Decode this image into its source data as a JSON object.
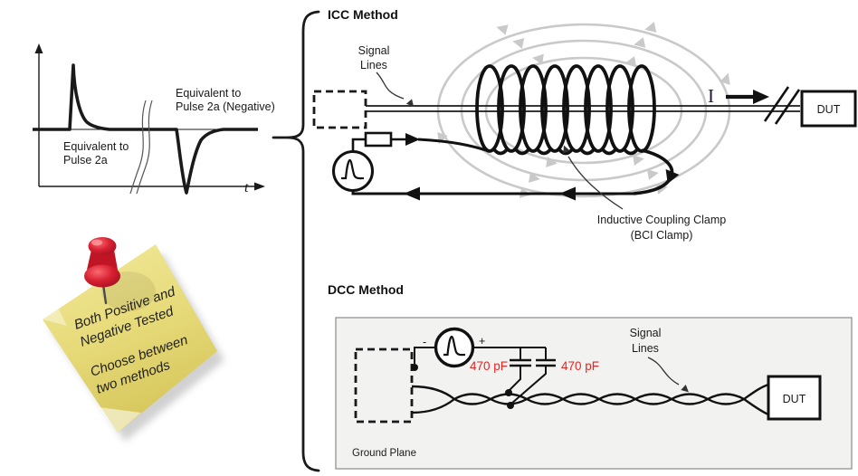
{
  "colors": {
    "accent_red_label": "#e12726",
    "field_line_gray": "#c9c9c9",
    "note_yellow": "#e9df8a",
    "pin_red": "#d62433",
    "dcc_panel_bg": "#f2f2f0",
    "current_label_ink": "#241531"
  },
  "waveform_panel": {
    "axis_label": "t",
    "positive_label": [
      "Equivalent to",
      "Pulse 2a"
    ],
    "negative_label": [
      "Equivalent to",
      "Pulse 2a (Negative)"
    ]
  },
  "sticky_note": {
    "lines": [
      "Both Positive and",
      "Negative Tested",
      "Choose between",
      "two methods"
    ]
  },
  "icc": {
    "title": "ICC Method",
    "signal_lines_label": [
      "Signal",
      "Lines"
    ],
    "current_label": "I",
    "dut_label": "DUT",
    "clamp_label": [
      "Inductive Coupling Clamp",
      "(BCI Clamp)"
    ]
  },
  "dcc": {
    "title": "DCC Method",
    "minus_label": "-",
    "plus_label": "+",
    "cap_left_label": "470 pF",
    "cap_right_label": "470 pF",
    "signal_lines_label": [
      "Signal",
      "Lines"
    ],
    "dut_label": "DUT",
    "ground_plane_label": "Ground Plane"
  }
}
